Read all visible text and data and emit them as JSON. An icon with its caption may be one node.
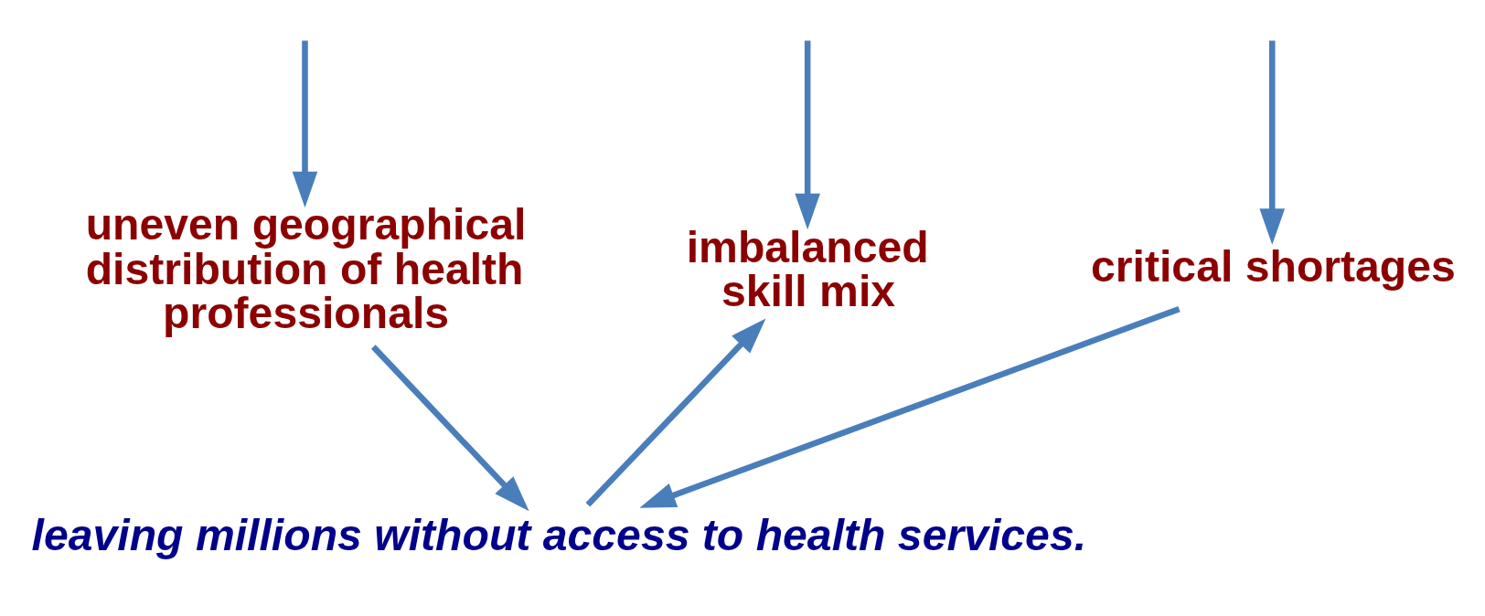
{
  "diagram": {
    "nodes": [
      {
        "text": [
          "critical shortages"
        ]
      },
      {
        "text": [
          "imbalanced skill mix"
        ]
      },
      {
        "text": [
          "uneven geographical distribution of health professionals"
        ]
      },
      {
        "text": [
          "leaving millions without access to health services."
        ]
      }
    ],
    "edges": [
      {
        "from": null,
        "to": 0,
        "arrow": "to"
      },
      {
        "from": null,
        "to": 1,
        "arrow": "to"
      },
      {
        "from": null,
        "to": 2,
        "arrow": "to"
      },
      {
        "from": 0,
        "to": 3,
        "arrow": "to"
      },
      {
        "from": 3,
        "to": 1,
        "arrow": "to"
      },
      {
        "from": 2,
        "to": 3,
        "arrow": "to"
      }
    ]
  }
}
